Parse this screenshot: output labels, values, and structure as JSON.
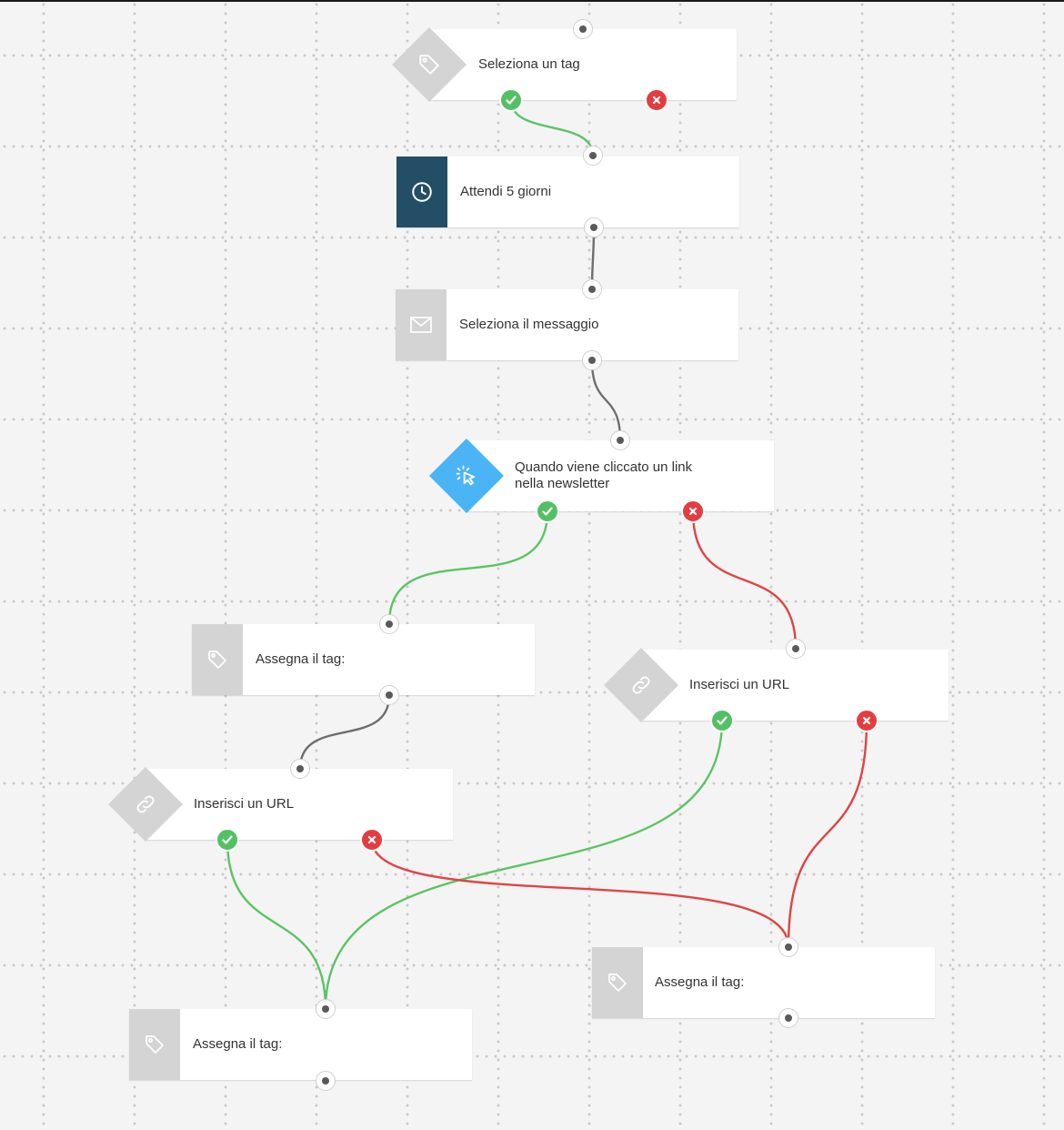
{
  "colors": {
    "background": "#f4f4f4",
    "dots": "#c9c9c9",
    "node": "#ffffff",
    "icon_gray": "#d4d4d4",
    "icon_dark": "#234e66",
    "icon_blue": "#4ab4f5",
    "wire_yes": "#5cc464",
    "wire_no": "#e04443",
    "wire_plain": "#6e6e6e"
  },
  "nodes": {
    "select_tag": {
      "label": "Seleziona un tag",
      "icon": "tag-icon"
    },
    "wait": {
      "label": "Attendi 5 giorni",
      "icon": "clock-icon"
    },
    "select_message": {
      "label": "Seleziona il messaggio",
      "icon": "envelope-icon"
    },
    "link_clicked": {
      "label_line1": "Quando viene cliccato un link",
      "label_line2": "nella newsletter",
      "icon": "click-icon"
    },
    "assign_tag_1": {
      "label": "Assegna il tag:",
      "icon": "tag-icon"
    },
    "insert_url_right": {
      "label": "Inserisci un URL",
      "icon": "link-icon"
    },
    "insert_url_left": {
      "label": "Inserisci un URL",
      "icon": "link-icon"
    },
    "assign_tag_right": {
      "label": "Assegna il tag:",
      "icon": "tag-icon"
    },
    "assign_tag_bottom": {
      "label": "Assegna il tag:",
      "icon": "tag-icon"
    }
  }
}
